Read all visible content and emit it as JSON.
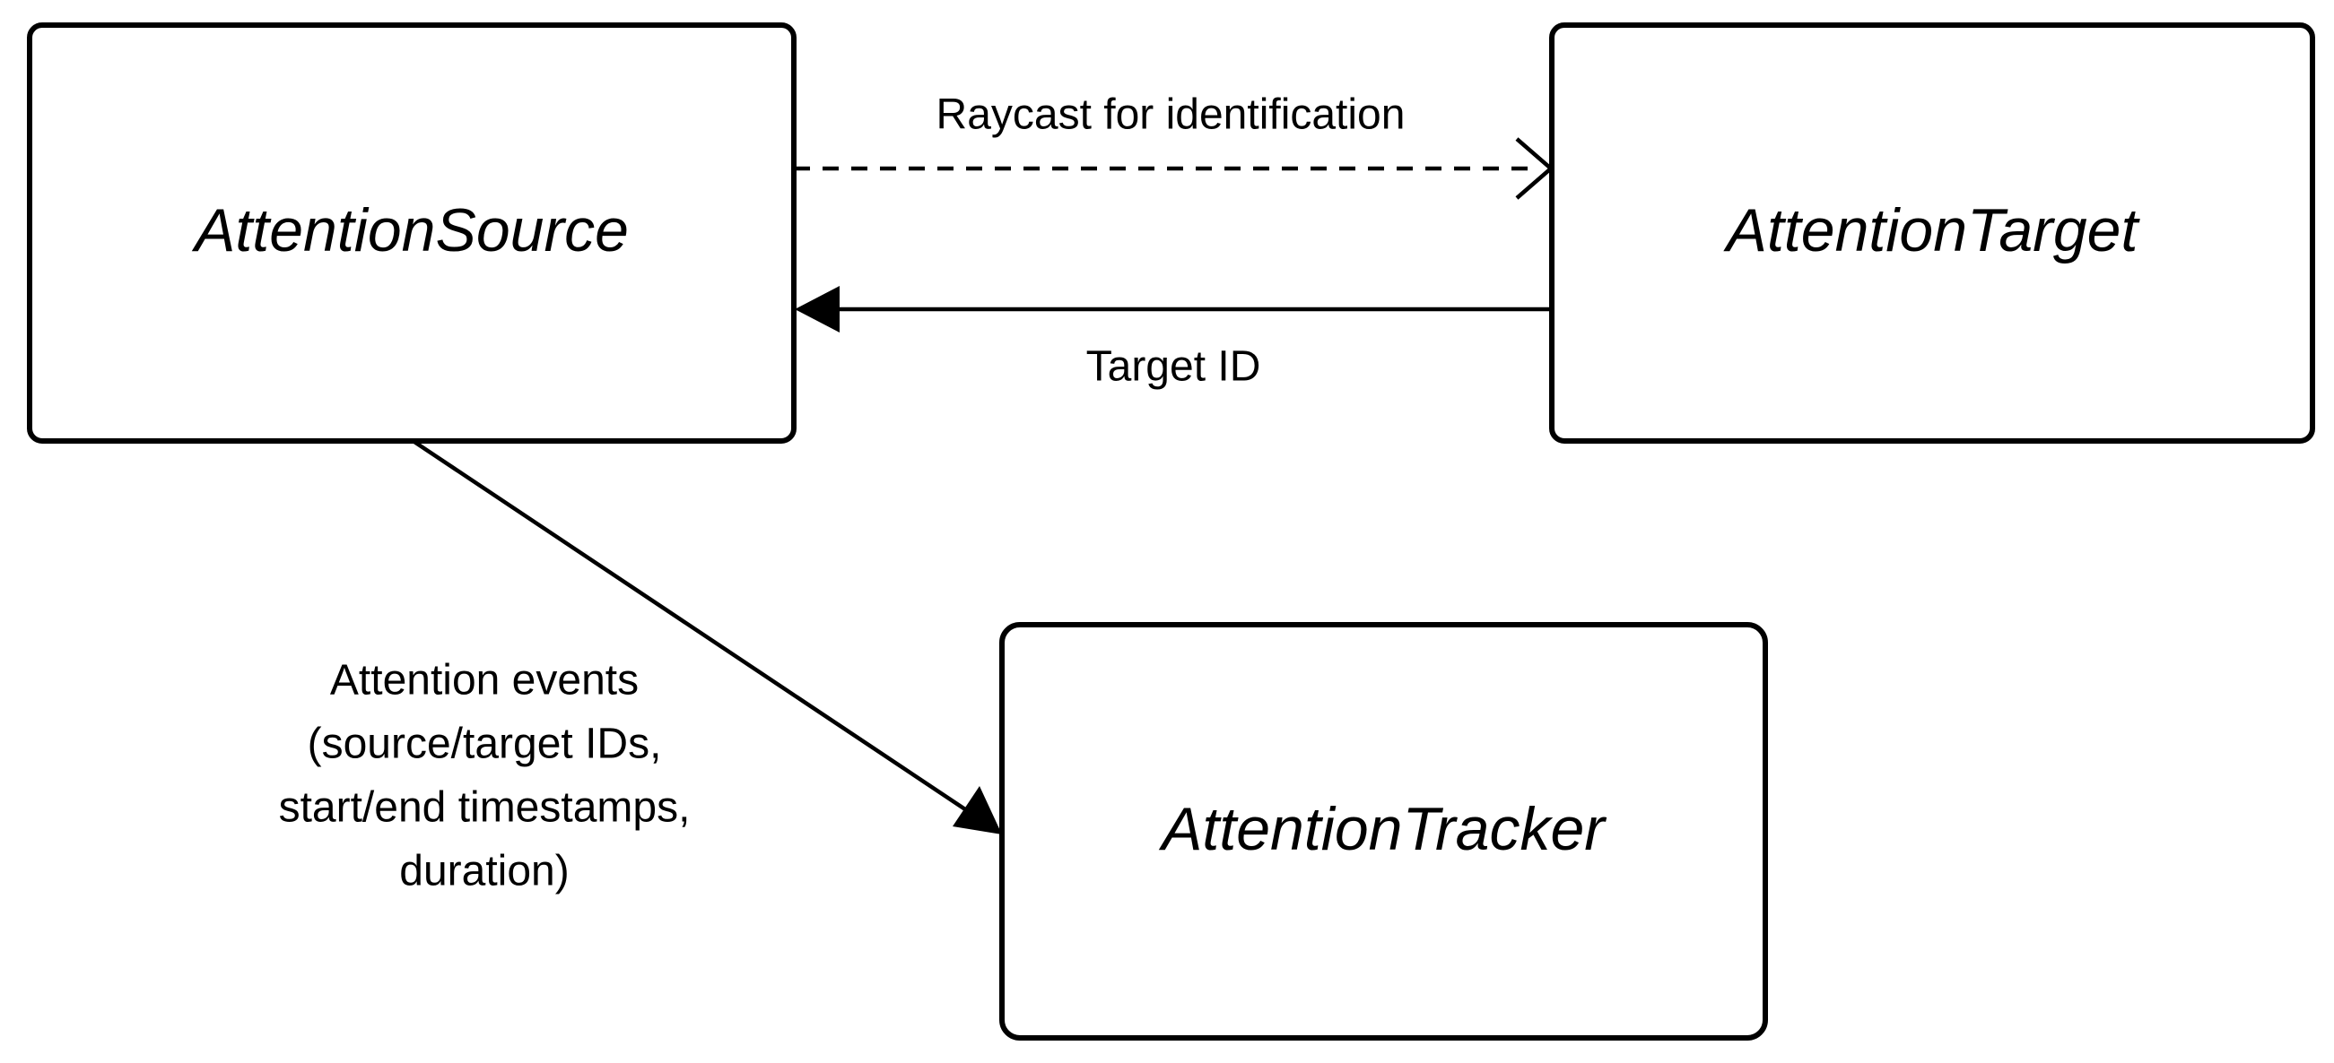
{
  "diagram": {
    "type": "component-relationship-diagram",
    "background_color": "#ffffff",
    "stroke_color": "#000000",
    "nodes": [
      {
        "id": "attention-source",
        "label": "AttentionSource",
        "shape": "rounded-rectangle",
        "style": "italic"
      },
      {
        "id": "attention-target",
        "label": "AttentionTarget",
        "shape": "rounded-rectangle",
        "style": "italic"
      },
      {
        "id": "attention-tracker",
        "label": "AttentionTracker",
        "shape": "rounded-rectangle",
        "style": "italic"
      }
    ],
    "edges": [
      {
        "id": "raycast-edge",
        "from": "attention-source",
        "to": "attention-target",
        "label": "Raycast for identification",
        "line_style": "dashed",
        "arrowhead": "open"
      },
      {
        "id": "target-id-edge",
        "from": "attention-target",
        "to": "attention-source",
        "label": "Target ID",
        "line_style": "solid",
        "arrowhead": "filled"
      },
      {
        "id": "attention-events-edge",
        "from": "attention-source",
        "to": "attention-tracker",
        "label_lines": [
          "Attention events",
          "(source/target IDs,",
          "start/end timestamps,",
          "duration)"
        ],
        "line_style": "solid",
        "arrowhead": "filled"
      }
    ]
  }
}
